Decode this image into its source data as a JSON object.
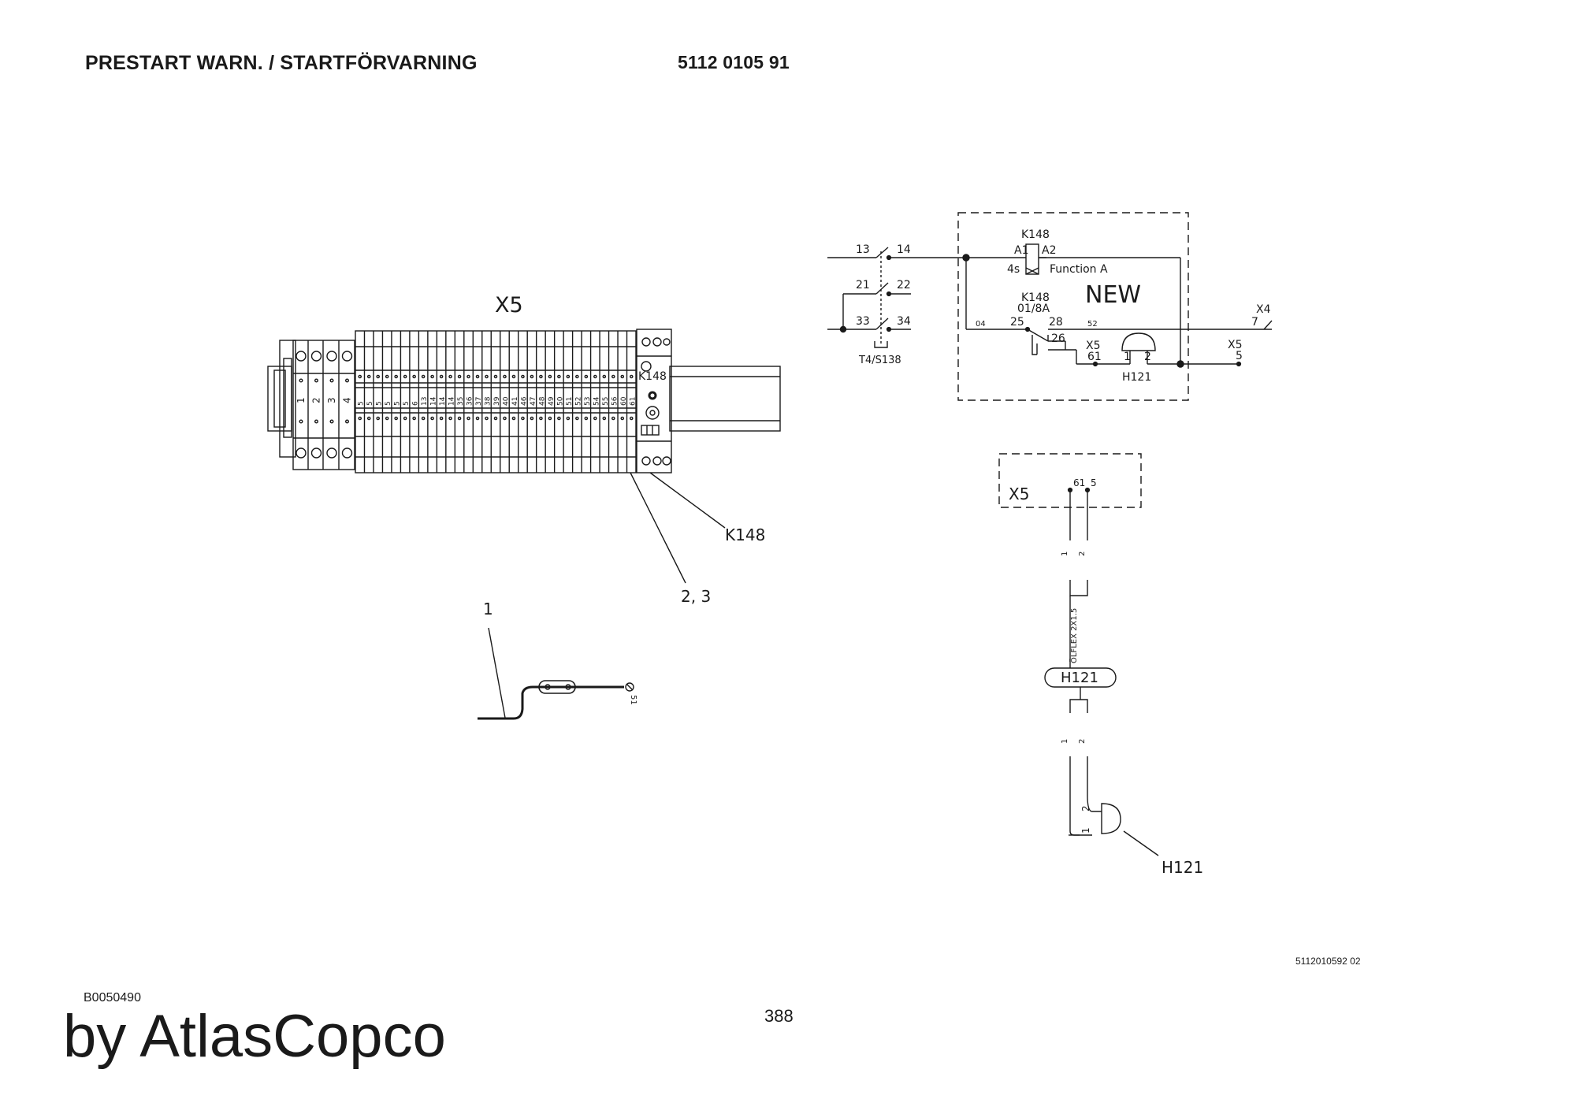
{
  "header": {
    "title": "PRESTART WARN. / STARTFÖRVARNING",
    "part_number": "5112 0105 91"
  },
  "footer": {
    "reference_code": "5112010592 02",
    "drawing_code": "B0050490",
    "page_number": "388",
    "brand": "by AtlasCopco"
  },
  "terminal_block": {
    "label": "X5",
    "component_label": "K148",
    "left_numbers": [
      "1",
      "2",
      "3",
      "4"
    ],
    "strip_numbers": [
      "5",
      "5",
      "5",
      "5",
      "5",
      "5",
      "6",
      "13",
      "14",
      "14",
      "14",
      "35",
      "36",
      "37",
      "38",
      "39",
      "40",
      "41",
      "46",
      "47",
      "48",
      "49",
      "50",
      "51",
      "52",
      "53",
      "54",
      "55",
      "56",
      "60",
      "61"
    ],
    "callout_k148": "K148",
    "callout_parts": "2, 3"
  },
  "jumper": {
    "callout": "1",
    "end_label": "51"
  },
  "schematic": {
    "switch_label": "T4/S138",
    "contacts": {
      "c13": "13",
      "c14": "14",
      "c21": "21",
      "c22": "22",
      "c33": "33",
      "c34": "34"
    },
    "relay": {
      "name": "K148",
      "a1": "A1",
      "a2": "A2",
      "delay": "4s",
      "function": "Function A",
      "contact_name": "K148",
      "contact_rating": "01/8A",
      "t25": "25",
      "t28": "28",
      "t26": "26",
      "t04": "04",
      "t52": "52"
    },
    "new_label": "NEW",
    "x4": {
      "label": "X4",
      "terminal": "7"
    },
    "x5_a": {
      "label": "X5",
      "terminal": "61"
    },
    "x5_b": {
      "label": "X5",
      "terminal": "5"
    },
    "horn": {
      "label": "H121",
      "pin1": "1",
      "pin2": "2"
    }
  },
  "cable": {
    "box_label": "X5",
    "term_61": "61",
    "term_5": "5",
    "cable_type": "ÖLFLEX 2X1.5",
    "wire1": "1",
    "wire2": "2",
    "marker": "H121",
    "horn_pin2": "2",
    "horn_pin1": "1",
    "callout": "H121"
  }
}
